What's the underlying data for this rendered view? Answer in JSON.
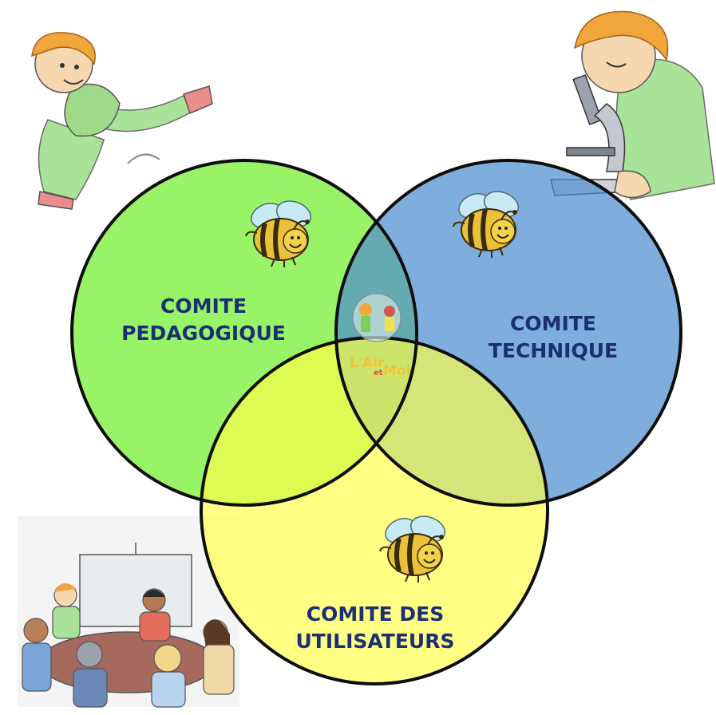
{
  "diagram": {
    "type": "venn",
    "circles": [
      {
        "id": "pedagogique",
        "label_lines": [
          "COMITE",
          "PEDAGOGIQUE"
        ],
        "color": "#7cf03c"
      },
      {
        "id": "technique",
        "label_lines": [
          "COMITE",
          "TECHNIQUE"
        ],
        "color": "#4d8fce"
      },
      {
        "id": "utilisateurs",
        "label_lines": [
          "COMITE DES",
          "UTILISATEURS"
        ],
        "color": "#ffff4a"
      }
    ],
    "center_logo": {
      "line1": "L'Air",
      "line2": "et",
      "line3": "Moi"
    }
  },
  "colors": {
    "outline": "#0d0d0d",
    "label_text": "#1b2f73",
    "bee_body": "#e9c23a",
    "bee_wing": "#c8eaf4"
  },
  "illustrations": [
    {
      "name": "jumping-child-illustration"
    },
    {
      "name": "microscope-child-illustration"
    },
    {
      "name": "meeting-group-illustration"
    }
  ]
}
